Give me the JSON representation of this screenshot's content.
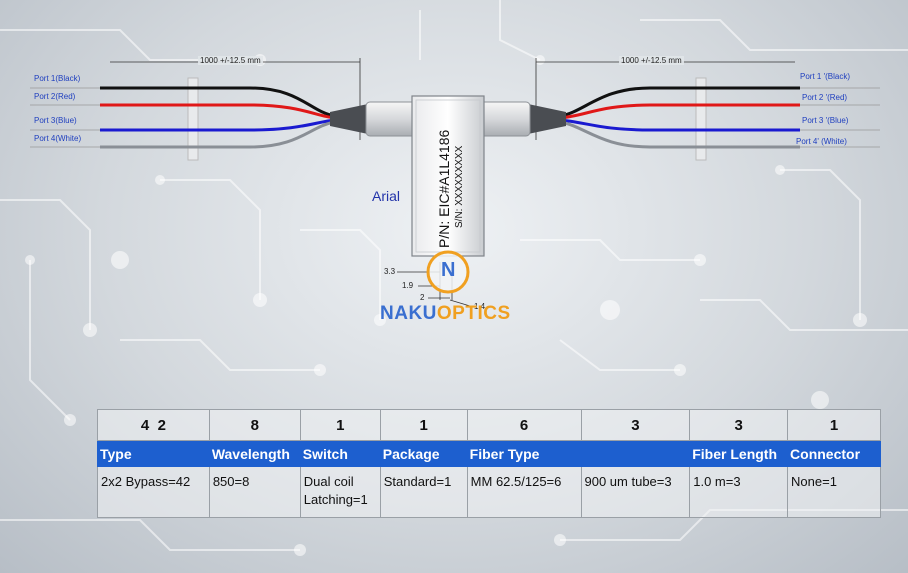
{
  "ports_left": [
    "Port 1(Black)",
    "Port 2(Red)",
    "Port 3(Blue)",
    "Port 4(White)"
  ],
  "ports_right": [
    "Port 1 '(Black)",
    "Port 2 '(Red)",
    "Port 3 '(Blue)",
    "Port 4' (White)"
  ],
  "dimensions": {
    "length_left": "1000 +/-12.5 mm",
    "length_right": "1000 +/-12.5 mm",
    "d1": "3.3",
    "d2": "1.9",
    "d3": "2",
    "d4": "1.4"
  },
  "device": {
    "part_number": "P/N: EIC#A1L4186",
    "serial_number": "S/N: XXXXXXXXX"
  },
  "font_label": "Arial",
  "brand": {
    "part1": "NAKU",
    "part2": "OPTICS",
    "logo_letter": "N"
  },
  "colors": {
    "black_fiber": "#111111",
    "red_fiber": "#e01818",
    "blue_fiber": "#1a1ad0",
    "white_fiber": "#8a8f96",
    "header_blue": "#1d5fcf",
    "brand_blue": "#3a6fd0",
    "brand_orange": "#f0a020"
  },
  "code_table": {
    "numbers": [
      "4  2",
      "8",
      "1",
      "1",
      "6",
      "3",
      "3",
      "1"
    ],
    "headers": [
      "Type",
      "Wavelength",
      "Switch",
      "Package",
      "Fiber Type",
      "",
      "Fiber Length",
      "Connector"
    ],
    "values": [
      "2x2 Bypass=42",
      "850=8",
      "Dual coil Latching=1",
      "Standard=1",
      "MM 62.5/125=6",
      "900 um tube=3",
      "1.0 m=3",
      "None=1"
    ]
  }
}
